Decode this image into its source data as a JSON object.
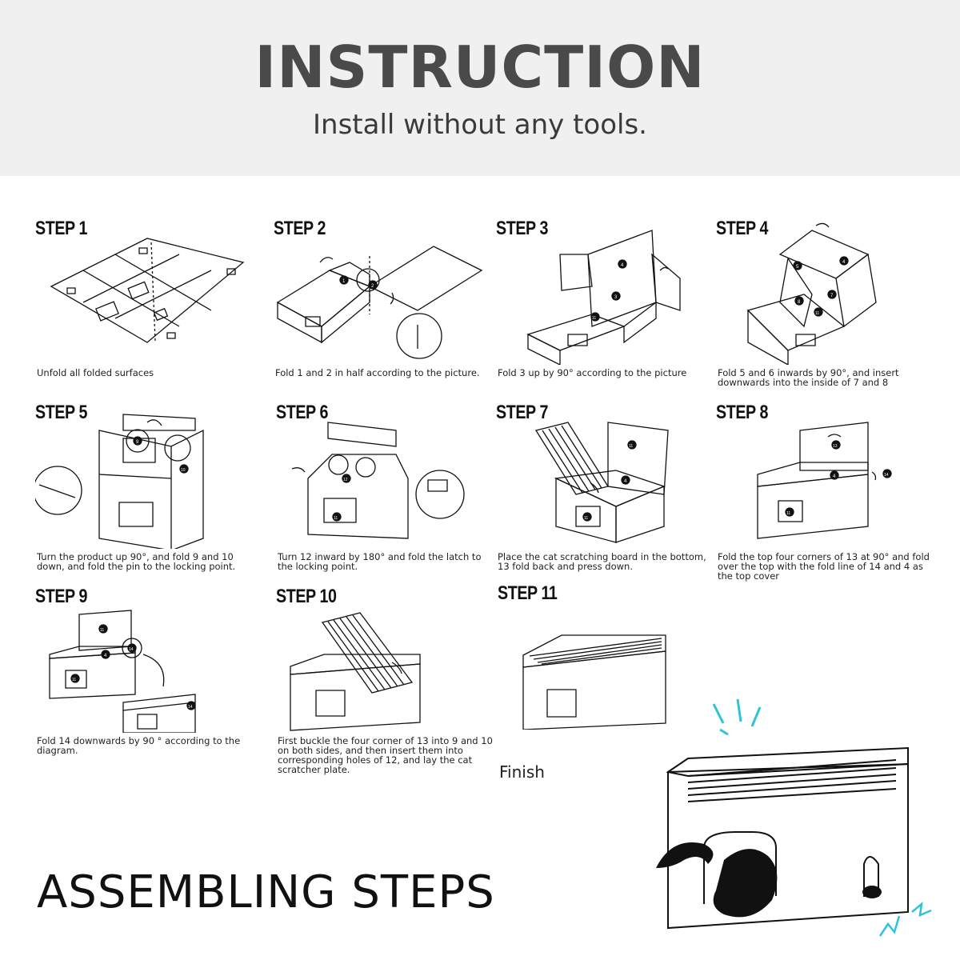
{
  "header": {
    "title": "INSTRUCTION",
    "subtitle": "Install without any tools."
  },
  "steps": [
    {
      "label": "STEP 1",
      "caption": "Unfold all folded surfaces"
    },
    {
      "label": "STEP 2",
      "caption": "Fold 1 and 2 in half according to the picture."
    },
    {
      "label": "STEP 3",
      "caption": "Fold 3 up by 90° according to the picture"
    },
    {
      "label": "STEP 4",
      "caption": "Fold 5 and 6 inwards by 90°, and insert downwards into the inside of 7 and 8"
    },
    {
      "label": "STEP 5",
      "caption": "Turn the product up 90°, and fold 9 and 10 down, and fold the pin to the locking point."
    },
    {
      "label": "STEP 6",
      "caption": "Turn 12 inward by 180° and fold the latch to the locking point."
    },
    {
      "label": "STEP 7",
      "caption": "Place the cat scratching board in the bottom, 13 fold back and press down."
    },
    {
      "label": "STEP 8",
      "caption": "Fold the top four corners of 13 at 90° and fold over the top with the fold line of 14 and 4 as the top cover"
    },
    {
      "label": "STEP 9",
      "caption": "Fold 14 downwards by 90 ° according to the diagram."
    },
    {
      "label": "STEP 10",
      "caption": "First buckle the four corner of 13 into 9 and 10 on both sides, and then insert them into corresponding holes of 12, and lay the cat scratcher plate."
    },
    {
      "label": "STEP 11",
      "caption": "Finish"
    }
  ],
  "markers": {
    "m1": "1",
    "m2": "2",
    "m3": "3",
    "m4": "4",
    "m5": "5",
    "m6": "6",
    "m7": "7",
    "m8": "8",
    "m9": "9",
    "m10": "10",
    "m11": "11",
    "m12": "12",
    "m13": "13",
    "m14": "14"
  },
  "footer": {
    "title": "ASSEMBLING STEPS"
  },
  "colors": {
    "header_bg": "#f0f0f0",
    "title": "#4a4a4a",
    "accent_cyan": "#2ec4d6",
    "line": "#111111"
  },
  "icons": [
    "arrow-icon",
    "zoom-circle-icon",
    "cat-icon",
    "sparkle-icon"
  ]
}
